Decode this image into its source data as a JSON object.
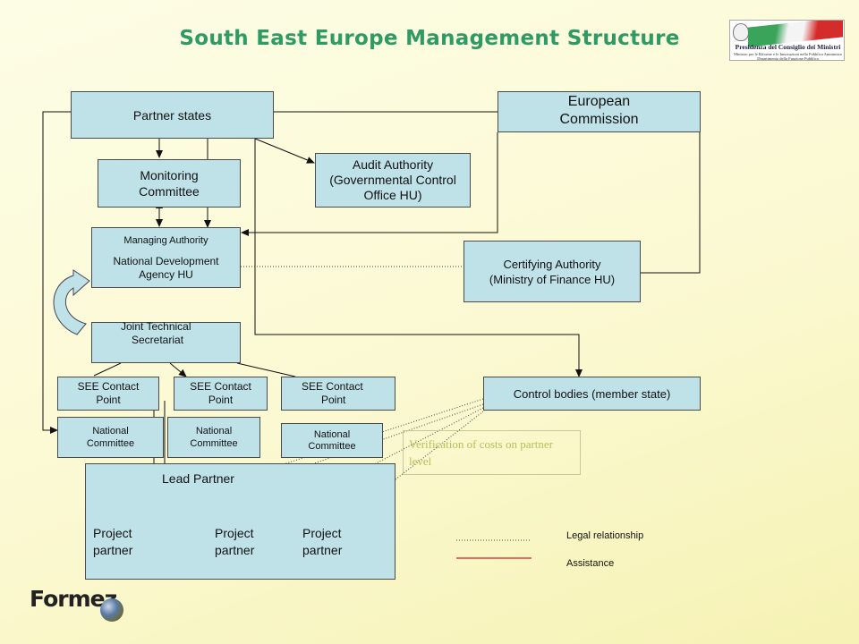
{
  "title": "South East Europe Management Structure",
  "logos": {
    "italian_gov_line1": "Presidenza del Consiglio dei Ministri",
    "italian_gov_line2": "Ministro per le Riforme e le Innovazioni nella Pubblica Amministrazione",
    "italian_gov_line3": "Dipartimento della Funzione Pubblica",
    "formez": "Formez"
  },
  "nodes": {
    "partner_states": "Partner states",
    "european_commission": [
      "European",
      "Commission"
    ],
    "monitoring_committee": [
      "Monitoring",
      "Committee"
    ],
    "audit_authority": [
      "Audit Authority",
      "(Governmental Control",
      "Office HU)"
    ],
    "managing_authority": "Managing Authority",
    "managing_authority_body": [
      "National Development",
      "Agency HU"
    ],
    "certifying_authority": [
      "Certifying Authority",
      "(Ministry of Finance HU)"
    ],
    "jts": [
      "Joint Technical",
      "Secretariat"
    ],
    "see_contact_point_1": [
      "SEE Contact",
      "Point"
    ],
    "see_contact_point_2": [
      "SEE Contact",
      "Point"
    ],
    "see_contact_point_3": [
      "SEE Contact",
      "Point"
    ],
    "national_committee_1": [
      "National",
      "Committee"
    ],
    "national_committee_2": [
      "National",
      "Committee"
    ],
    "national_committee_3": [
      "National",
      "Committee"
    ],
    "control_bodies": "Control bodies (member state)",
    "verification_note": "Verification of costs on partner level",
    "lead_partner": "Lead Partner",
    "project_partner_1": [
      "Project",
      "partner"
    ],
    "project_partner_2": [
      "Project",
      "partner"
    ],
    "project_partner_3": [
      "Project",
      "partner"
    ]
  },
  "legend": {
    "legal_relationship": "Legal relationship",
    "assistance": "Assistance"
  },
  "colors": {
    "box_fill": "#bfe2e8",
    "title": "#2f9a63",
    "assistance_line": "#d42020",
    "verification_text": "#b4c25a"
  }
}
